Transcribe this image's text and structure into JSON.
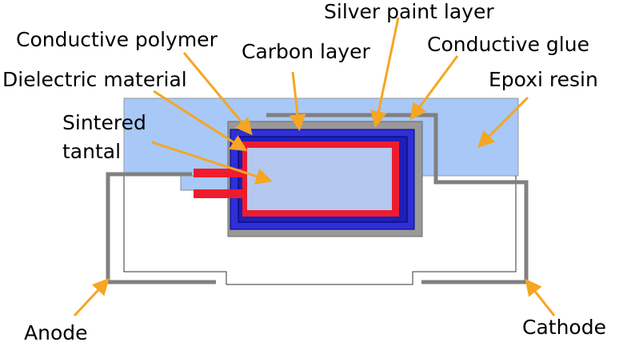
{
  "labels": {
    "silver_paint_layer": "Silver paint layer",
    "conductive_polymer": "Conductive polymer",
    "carbon_layer": "Carbon layer",
    "conductive_glue": "Conductive glue",
    "dielectric_material": "Dielectric material",
    "epoxi_resin": "Epoxi resin",
    "sintered_line1": "Sintered",
    "sintered_line2": "tantal",
    "anode": "Anode",
    "cathode": "Cathode"
  },
  "colors": {
    "epoxy_resin": "#a8c8f8",
    "silver_paint": "#999999",
    "carbon": "#2f2fd8",
    "conductive_polymer_outline": "#000080",
    "dielectric": "#ee1c2e",
    "tantalum": "#b4c8f0",
    "terminal": "#808080",
    "arrow": "#f5a623",
    "text": "#000000"
  }
}
